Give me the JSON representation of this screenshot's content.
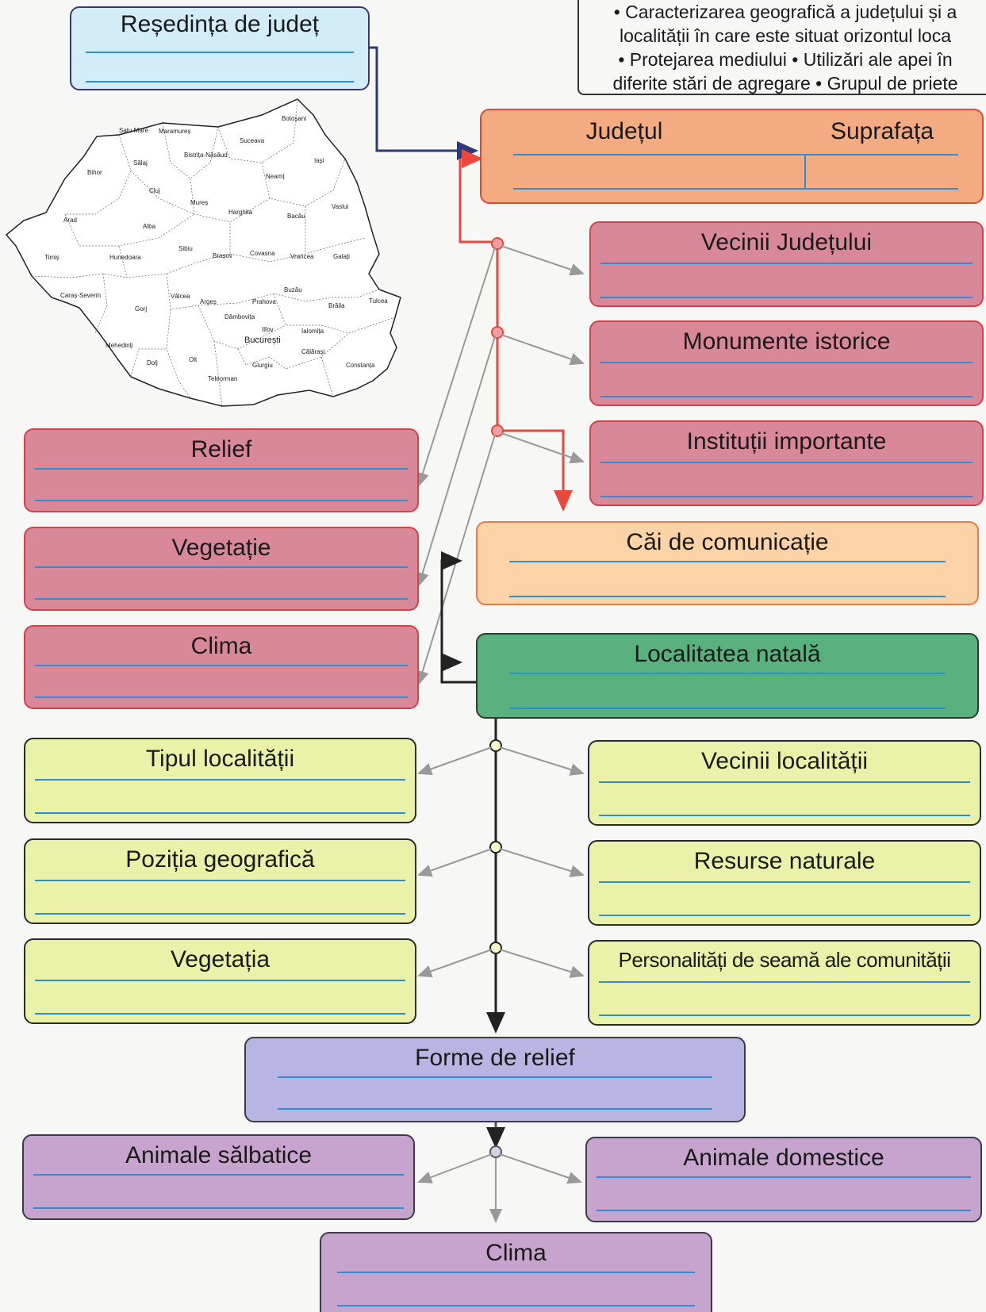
{
  "note": {
    "lines": [
      "• Caracterizarea geografică a județului și a",
      "localității în care este situat orizontul loca",
      "• Protejarea mediului • Utilizări ale apei în",
      "diferite stări de agregare • Grupul de priete"
    ]
  },
  "map": {
    "counties": [
      "Satu Mare",
      "Maramureș",
      "Botoșani",
      "Suceava",
      "Bihor",
      "Sălaj",
      "Bistrița-Năsăud",
      "Iași",
      "Neamț",
      "Cluj",
      "Mureș",
      "Harghita",
      "Vaslui",
      "Bacău",
      "Arad",
      "Alba",
      "Timiș",
      "Hunedoara",
      "Sibiu",
      "Brașov",
      "Covasna",
      "Vrancea",
      "Galați",
      "Caraș-Severin",
      "Vâlcea",
      "Argeș",
      "Prahova",
      "Buzău",
      "Brăila",
      "Tulcea",
      "Gorj",
      "Dâmbovița",
      "Ilfov",
      "Ialomița",
      "București",
      "Mehedinți",
      "Călărași",
      "Dolj",
      "Olt",
      "Giurgiu",
      "Constanța",
      "Teleorman"
    ]
  },
  "boxes": {
    "resedinta": "Reședința de județ",
    "judetul": "Județul",
    "suprafata": "Suprafața",
    "vecinii_judetului": "Vecinii Județului",
    "monumente": "Monumente istorice",
    "institutii": "Instituții importante",
    "relief": "Relief",
    "vegetatie": "Vegetație",
    "clima_judet": "Clima",
    "cai": "Căi de comunicație",
    "localitatea": "Localitatea natală",
    "tipul": "Tipul localității",
    "vecinii_localitatii": "Vecinii localității",
    "pozitia": "Poziția geografică",
    "resurse": "Resurse naturale",
    "vegetatia": "Vegetația",
    "personalitati": "Personalități de seamă ale comunității",
    "forme": "Forme de relief",
    "animale_salbatice": "Animale sălbatice",
    "animale_domestice": "Animale domestice",
    "clima_loc": "Clima"
  }
}
